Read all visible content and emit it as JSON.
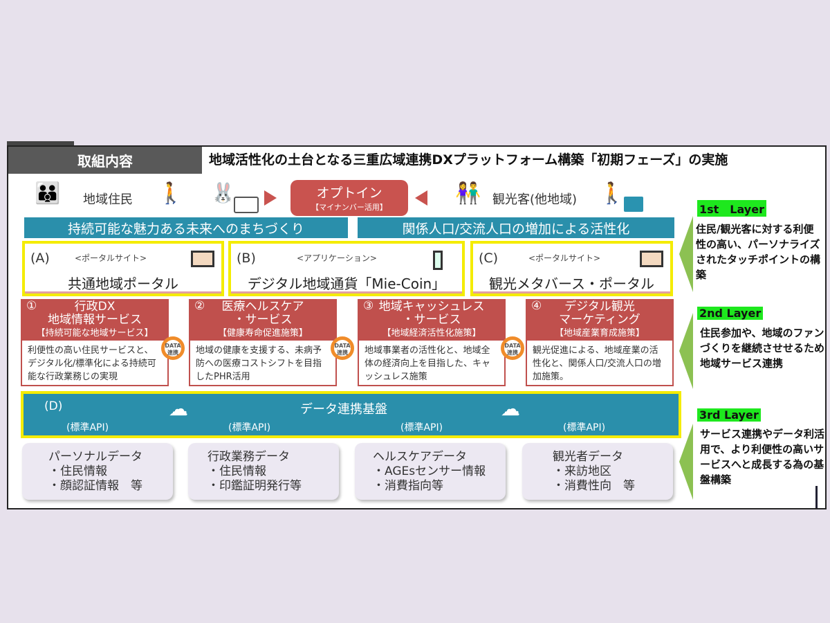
{
  "header": {
    "label": "取組内容",
    "title": "地域活性化の土台となる三重広域連携DXプラットフォーム構築「初期フェーズ」の実施"
  },
  "people": {
    "residents": "地域住民",
    "tourists": "観光客(他地域)"
  },
  "optin": {
    "title": "オプトイン",
    "subtitle": "【マイナンバー活用】"
  },
  "banners": [
    "持続可能な魅力ある未来へのまちづくり",
    "関係人口/交流人口の増加による活性化"
  ],
  "touchpoints": [
    {
      "code": "(A)",
      "type": "<ポータルサイト>",
      "name": "共通地域ポータル"
    },
    {
      "code": "(B)",
      "type": "<アプリケーション>",
      "name": "デジタル地域通貨「Mie-Coin」"
    },
    {
      "code": "(C)",
      "type": "<ポータルサイト>",
      "name": "観光メタバース・ポータル"
    }
  ],
  "services": [
    {
      "num": "①",
      "title1": "行政DX",
      "title2": "地域情報サービス",
      "tag": "【持続可能な地域サービス】",
      "desc": "利便性の高い住民サービスと、デジタル化/標準化による持続可能な行政業務じの実現"
    },
    {
      "num": "②",
      "title1": "医療ヘルスケア",
      "title2": "・サービス",
      "tag": "【健康寿命促進施策】",
      "desc": "地域の健康を支援する、未病予防への医療コストシフトを目指したPHR活用"
    },
    {
      "num": "③",
      "title1": "地域キャッシュレス",
      "title2": "・サービス",
      "tag": "【地域経済活性化施策】",
      "desc": "地域事業者の活性化と、地域全体の経済向上を目指した、キャッシュレス施策"
    },
    {
      "num": "④",
      "title1": "デジタル観光",
      "title2": "マーケティング",
      "tag": "【地域産業育成施策】",
      "desc": "観光促進による、地域産業の活性化と、関係人口/交流人口の増加施策。"
    }
  ],
  "data_link": {
    "top": "DATA",
    "bottom": "連携"
  },
  "platform": {
    "code": "(D)",
    "title": "データ連携基盤",
    "api": "(標準API)"
  },
  "datasets": [
    {
      "title": "パーソナルデータ",
      "items": [
        "・住民情報",
        "・顔認証情報　等"
      ]
    },
    {
      "title": "行政業務データ",
      "items": [
        "・住民情報",
        "・印鑑証明発行等"
      ]
    },
    {
      "title": "ヘルスケアデータ",
      "items": [
        "・AGEsセンサー情報",
        "・消費指向等"
      ]
    },
    {
      "title": "観光者データ",
      "items": [
        "・来訪地区",
        "・消費性向　等"
      ]
    }
  ],
  "layers": [
    {
      "label": "1st　Layer",
      "text": "住民/観光客に対する利便性の高い、パーソナライズされたタッチポイントの構築"
    },
    {
      "label": "2nd Layer",
      "text": "住民参加や、地域のファンづくりを継続させせるため地域サービス連携"
    },
    {
      "label": "3rd Layer",
      "text": "サービス連携やデータ利活用で、より利便性の高いサービスへと成長する為の基盤構築"
    }
  ],
  "colors": {
    "red": "#c0504d",
    "teal": "#2a8fab",
    "yellow": "#f4ec00",
    "green": "#1ee81e"
  }
}
